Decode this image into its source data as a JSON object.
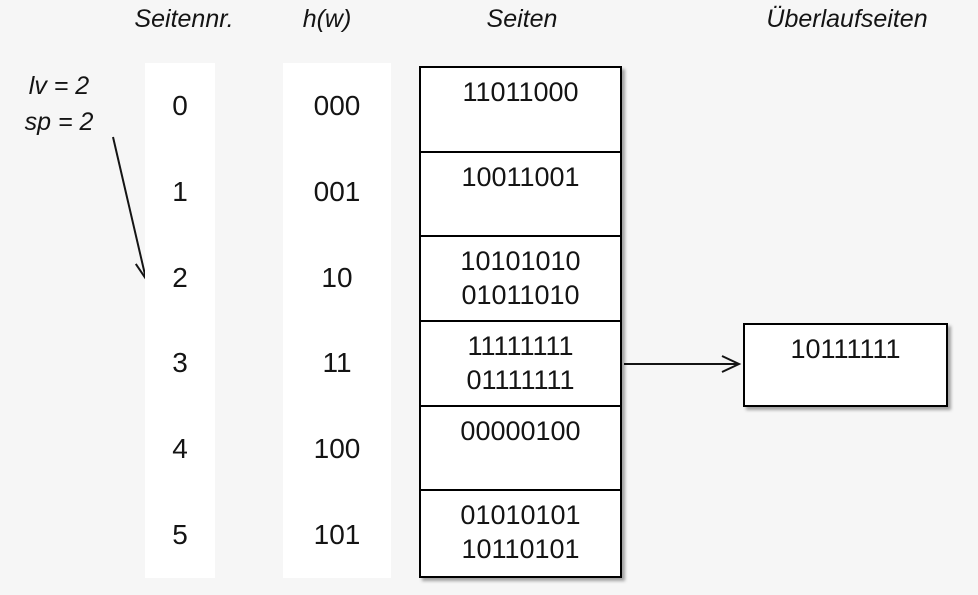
{
  "headers": {
    "seitennr": "Seitennr.",
    "hw": "h(w)",
    "seiten": "Seiten",
    "ueberlaufseiten": "Überlaufseiten"
  },
  "annotation": {
    "line1": "lv = 2",
    "line2": "sp = 2",
    "points_to_row": "2"
  },
  "rows": [
    {
      "nr": "0",
      "hw": "000",
      "entries": [
        "11011000"
      ]
    },
    {
      "nr": "1",
      "hw": "001",
      "entries": [
        "10011001"
      ]
    },
    {
      "nr": "2",
      "hw": "10",
      "entries": [
        "10101010",
        "01011010"
      ]
    },
    {
      "nr": "3",
      "hw": "11",
      "entries": [
        "11111111",
        "01111111"
      ]
    },
    {
      "nr": "4",
      "hw": "100",
      "entries": [
        "00000100"
      ]
    },
    {
      "nr": "5",
      "hw": "101",
      "entries": [
        "01010101",
        "10110101"
      ]
    }
  ],
  "overflow": {
    "entries": [
      "10111111"
    ],
    "source_row": "3"
  },
  "colors": {
    "background": "#f6f6f6",
    "panel": "#ffffff",
    "border": "#000000",
    "text": "#141414"
  }
}
